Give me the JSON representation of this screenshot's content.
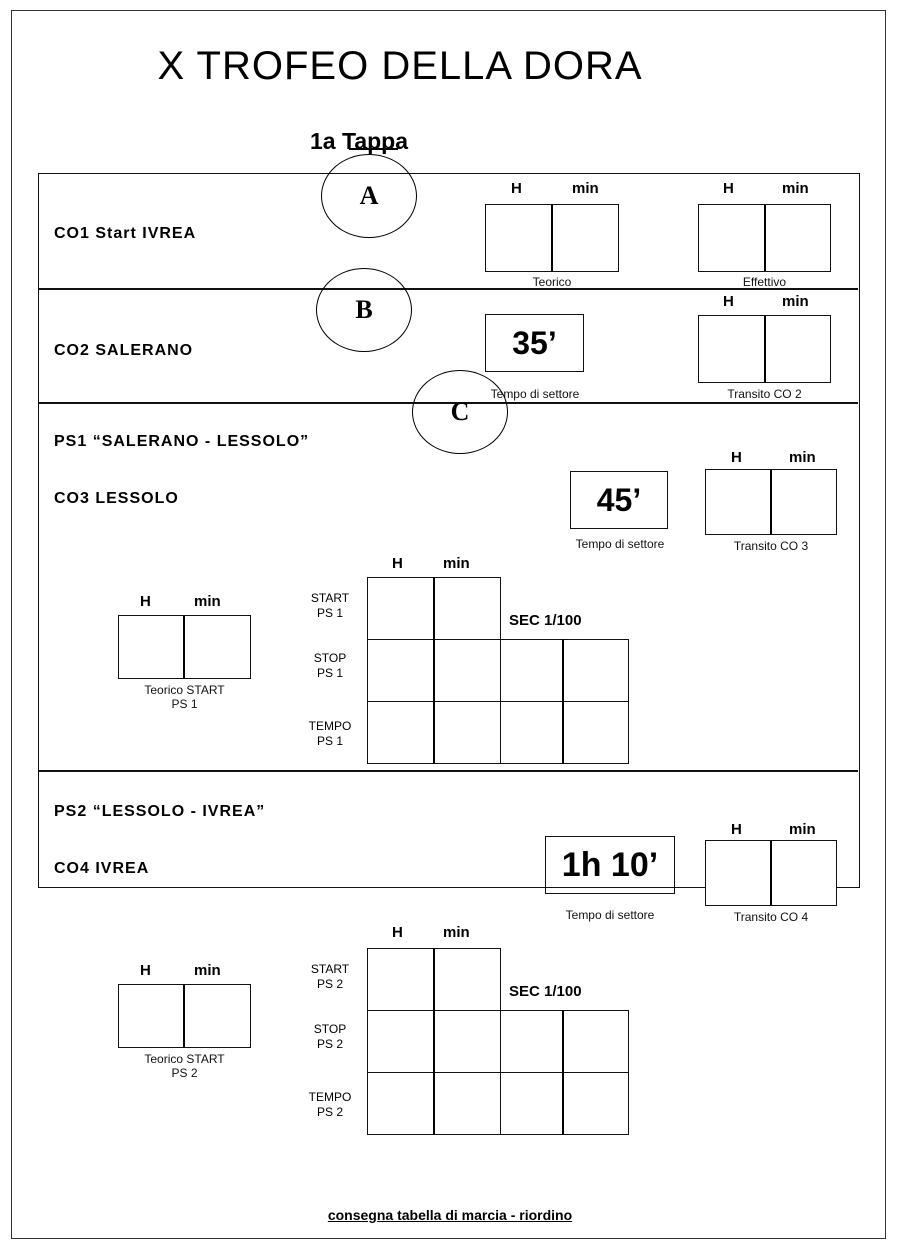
{
  "title": "X TROFEO DELLA DORA",
  "stage": "1a Tappa",
  "col_labels": {
    "h": "H",
    "min": "min"
  },
  "markers": {
    "a": "A",
    "b": "B",
    "c": "C"
  },
  "co1": {
    "label": "CO1  Start  IVREA",
    "box1_caption": "Teorico",
    "box2_caption": "Effettivo"
  },
  "co2": {
    "label": "CO2  SALERANO",
    "sector_time": "35’",
    "sector_caption": "Tempo di settore",
    "transit_caption": "Transito CO 2"
  },
  "ps1": {
    "title": "PS1 “SALERANO - LESSOLO”",
    "co_label": "CO3  LESSOLO",
    "sector_time": "45’",
    "sector_caption": "Tempo di settore",
    "transit_caption": "Transito CO 3",
    "start_caption_line1": "Teorico START",
    "start_caption_line2": "PS 1",
    "sec_label": "SEC  1/100",
    "row1_line1": "START",
    "row1_line2": "PS 1",
    "row2_line1": "STOP",
    "row2_line2": "PS 1",
    "row3_line1": "TEMPO",
    "row3_line2": "PS 1"
  },
  "ps2": {
    "title": "PS2 “LESSOLO - IVREA”",
    "co_label": "CO4  IVREA",
    "sector_time": "1h 10’",
    "sector_caption": "Tempo di settore",
    "transit_caption": "Transito CO 4",
    "start_caption_line1": "Teorico START",
    "start_caption_line2": "PS 2",
    "sec_label": "SEC  1/100",
    "row1_line1": "START",
    "row1_line2": "PS 2",
    "row2_line1": "STOP",
    "row2_line2": "PS 2",
    "row3_line1": "TEMPO",
    "row3_line2": "PS 2"
  },
  "footer": "consegna tabella di marcia - riordino"
}
